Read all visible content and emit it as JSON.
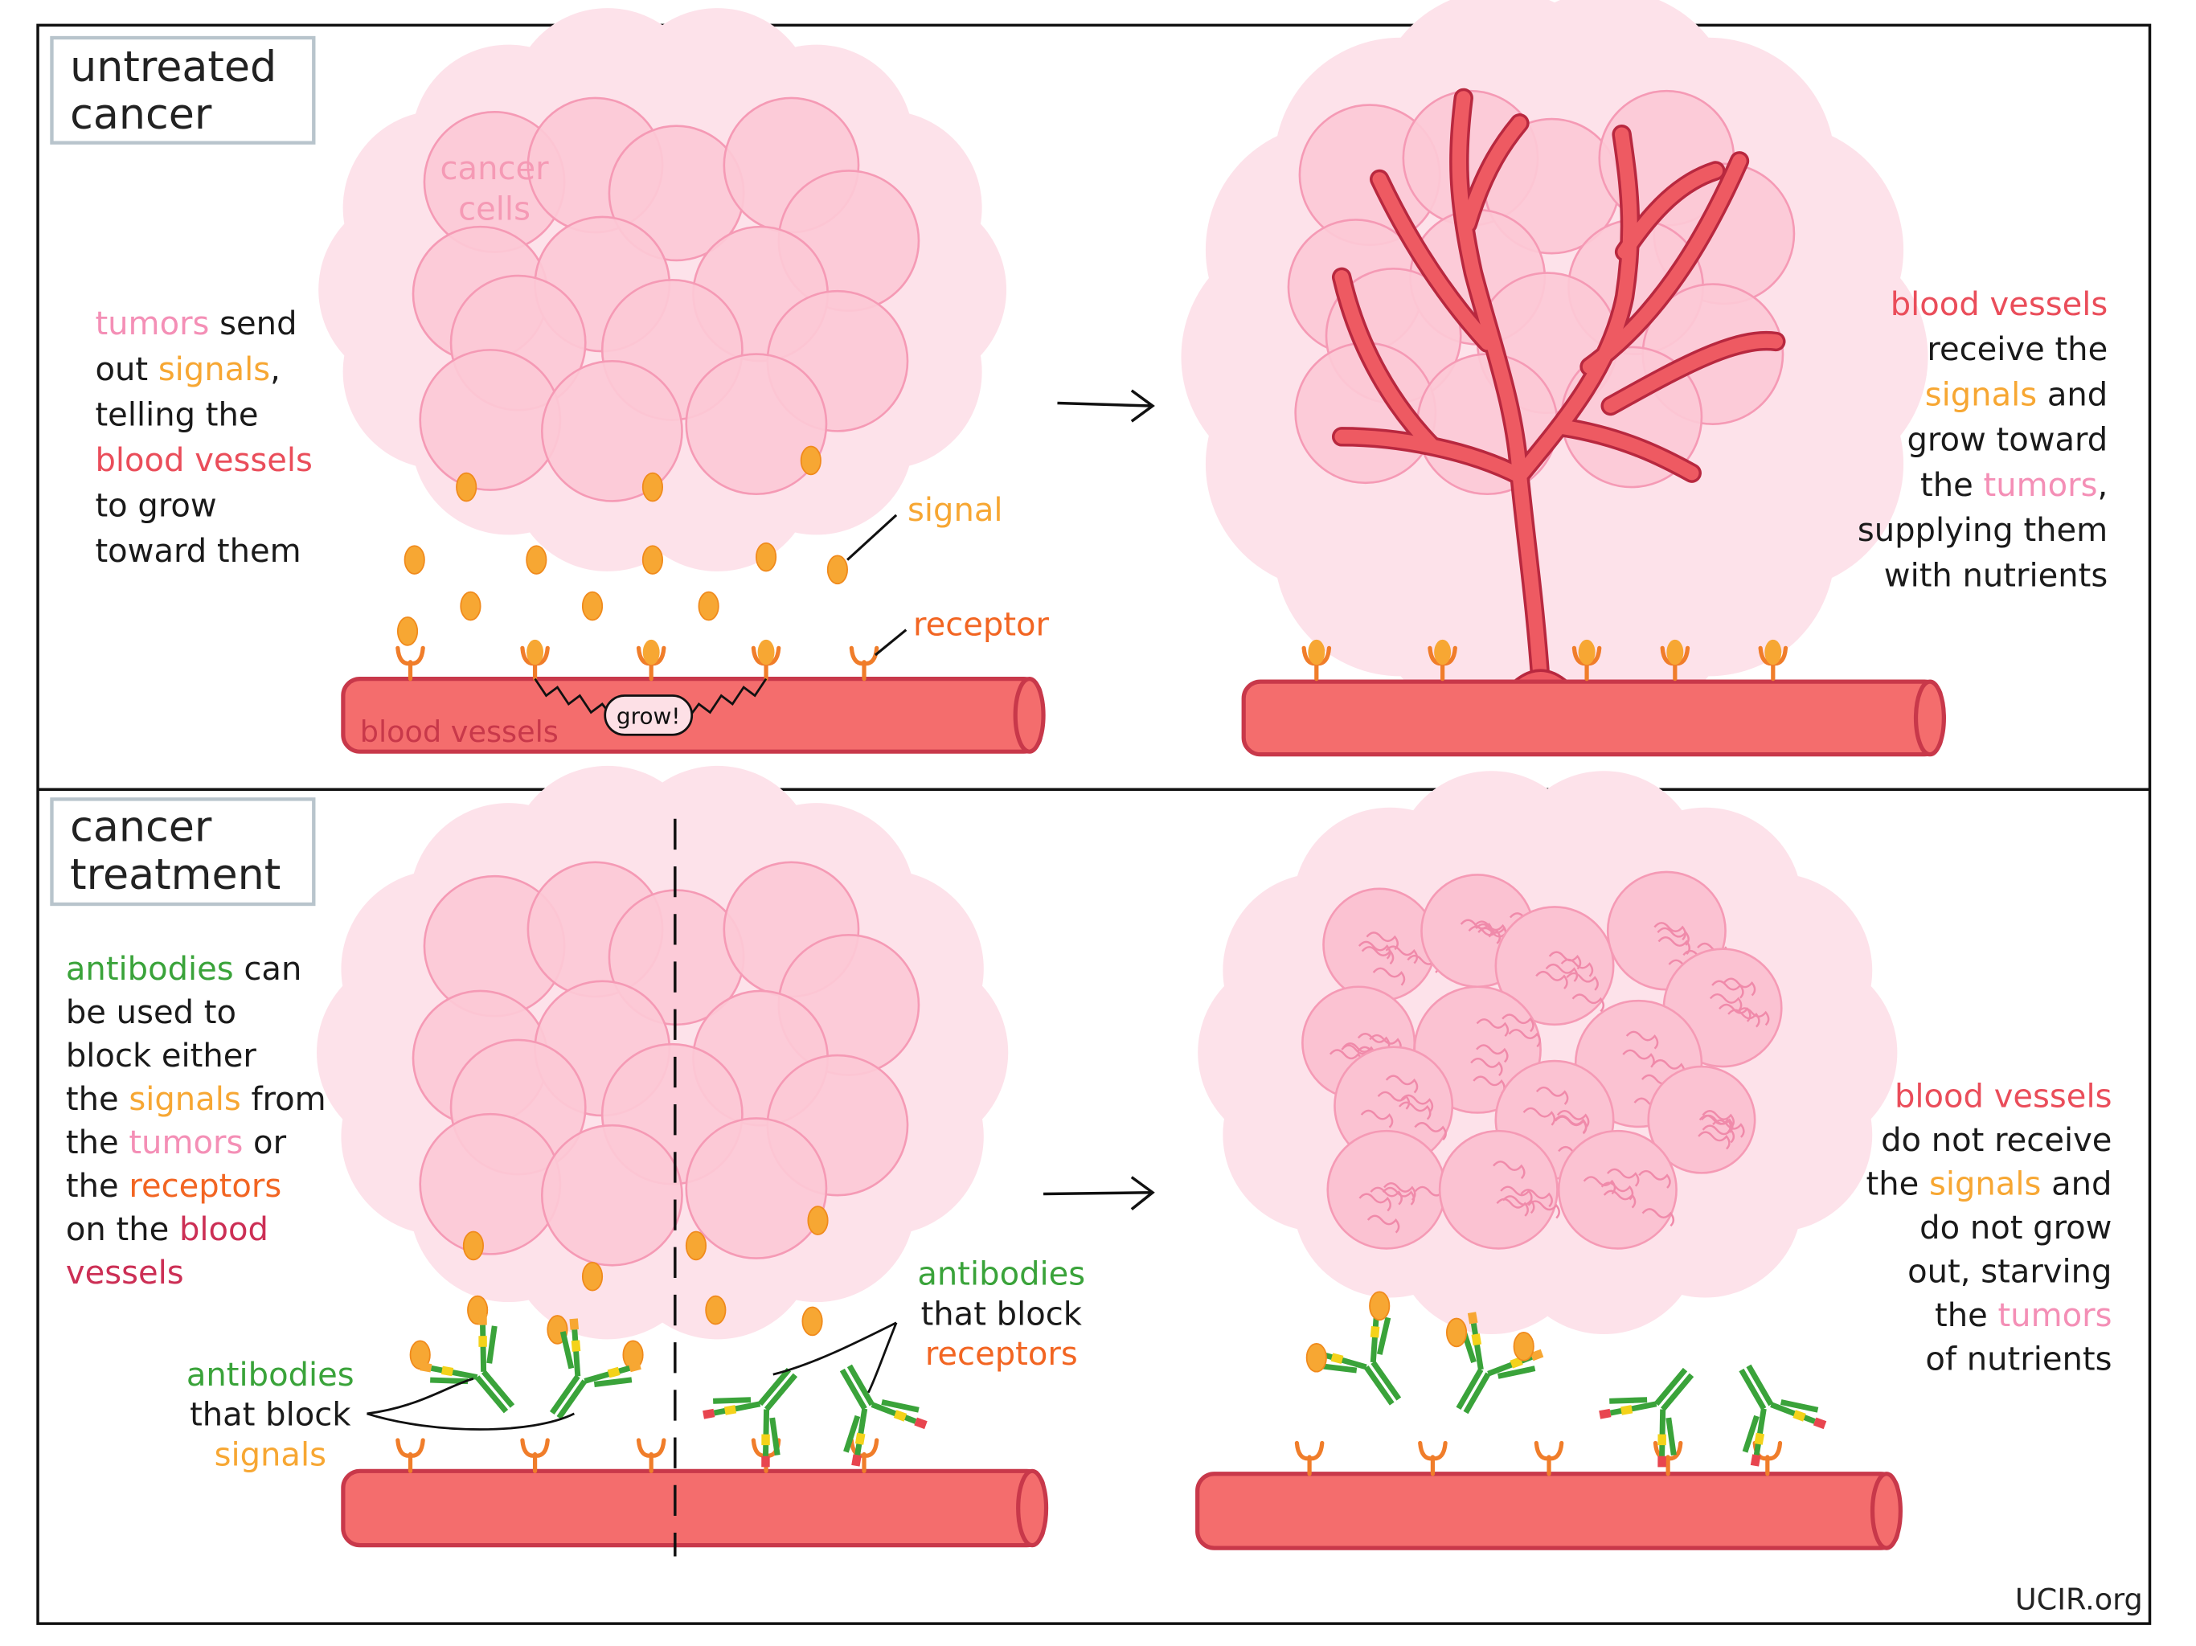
{
  "colors": {
    "tumors": "#f48fb6",
    "signals": "#f7a733",
    "blood_vessels": "#ea4d5a",
    "blood_vessels_dark": "#cc2f55",
    "receptors": "#f26522",
    "antibodies": "#3aa33a",
    "text": "#1a1a1a",
    "vessel_fill": "#f46d6d",
    "vessel_stroke": "#c8384a",
    "cell_fill": "#fcc9d6",
    "cell_stroke": "#f59ab5",
    "tumor_bg": "#fde2ea"
  },
  "panels": {
    "untreated": {
      "label": [
        "untreated",
        "cancer"
      ],
      "description": [
        [
          [
            "tumors",
            "tumors"
          ],
          [
            " send",
            "text"
          ]
        ],
        [
          [
            "out ",
            "text"
          ],
          [
            "signals",
            "signals"
          ],
          [
            ",",
            "text"
          ]
        ],
        [
          [
            "telling the",
            "text"
          ]
        ],
        [
          [
            "blood vessels",
            "blood_vessels"
          ]
        ],
        [
          [
            "to grow",
            "text"
          ]
        ],
        [
          [
            "toward them",
            "text"
          ]
        ]
      ],
      "result": [
        [
          [
            "blood vessels",
            "blood_vessels"
          ]
        ],
        [
          [
            "receive the",
            "text"
          ]
        ],
        [
          [
            "signals",
            "signals"
          ],
          [
            " and",
            "text"
          ]
        ],
        [
          [
            "grow toward",
            "text"
          ]
        ],
        [
          [
            "the ",
            "text"
          ],
          [
            "tumors",
            "tumors"
          ],
          [
            ",",
            "text"
          ]
        ],
        [
          [
            "supplying them",
            "text"
          ]
        ],
        [
          [
            "with nutrients",
            "text"
          ]
        ]
      ],
      "annotations": {
        "cancer_cells": [
          "cancer",
          "cells"
        ],
        "signal": "signal",
        "receptor": "receptor",
        "blood_vessels": "blood vessels",
        "grow": "grow!"
      }
    },
    "treatment": {
      "label": [
        "cancer",
        "treatment"
      ],
      "description": [
        [
          [
            "antibodies",
            "antibodies"
          ],
          [
            " can",
            "text"
          ]
        ],
        [
          [
            "be used to",
            "text"
          ]
        ],
        [
          [
            "block either",
            "text"
          ]
        ],
        [
          [
            "the ",
            "text"
          ],
          [
            "signals",
            "signals"
          ],
          [
            " from",
            "text"
          ]
        ],
        [
          [
            "the ",
            "text"
          ],
          [
            "tumors",
            "tumors"
          ],
          [
            " or",
            "text"
          ]
        ],
        [
          [
            "the ",
            "text"
          ],
          [
            "receptors",
            "receptors"
          ]
        ],
        [
          [
            "on the ",
            "text"
          ],
          [
            "blood",
            "blood_vessels_dark"
          ]
        ],
        [
          [
            "vessels",
            "blood_vessels_dark"
          ]
        ]
      ],
      "result": [
        [
          [
            "blood vessels",
            "blood_vessels"
          ]
        ],
        [
          [
            "do not receive",
            "text"
          ]
        ],
        [
          [
            "the ",
            "text"
          ],
          [
            "signals",
            "signals"
          ],
          [
            " and",
            "text"
          ]
        ],
        [
          [
            "do not grow",
            "text"
          ]
        ],
        [
          [
            "out, starving",
            "text"
          ]
        ],
        [
          [
            "the ",
            "text"
          ],
          [
            "tumors",
            "tumors"
          ]
        ],
        [
          [
            "of nutrients",
            "text"
          ]
        ]
      ],
      "annotations": {
        "antibodies_signals": [
          [
            [
              "antibodies",
              "antibodies"
            ]
          ],
          [
            [
              "that block",
              "text"
            ]
          ],
          [
            [
              "signals",
              "signals"
            ]
          ]
        ],
        "antibodies_receptors": [
          [
            [
              "antibodies",
              "antibodies"
            ]
          ],
          [
            [
              "that block",
              "text"
            ]
          ],
          [
            [
              "receptors",
              "receptors"
            ]
          ]
        ]
      }
    }
  },
  "icons": [
    "right-arrow-icon",
    "receptor-icon",
    "antibody-icon",
    "signal-molecule-icon"
  ],
  "credit": "UCIR.org"
}
